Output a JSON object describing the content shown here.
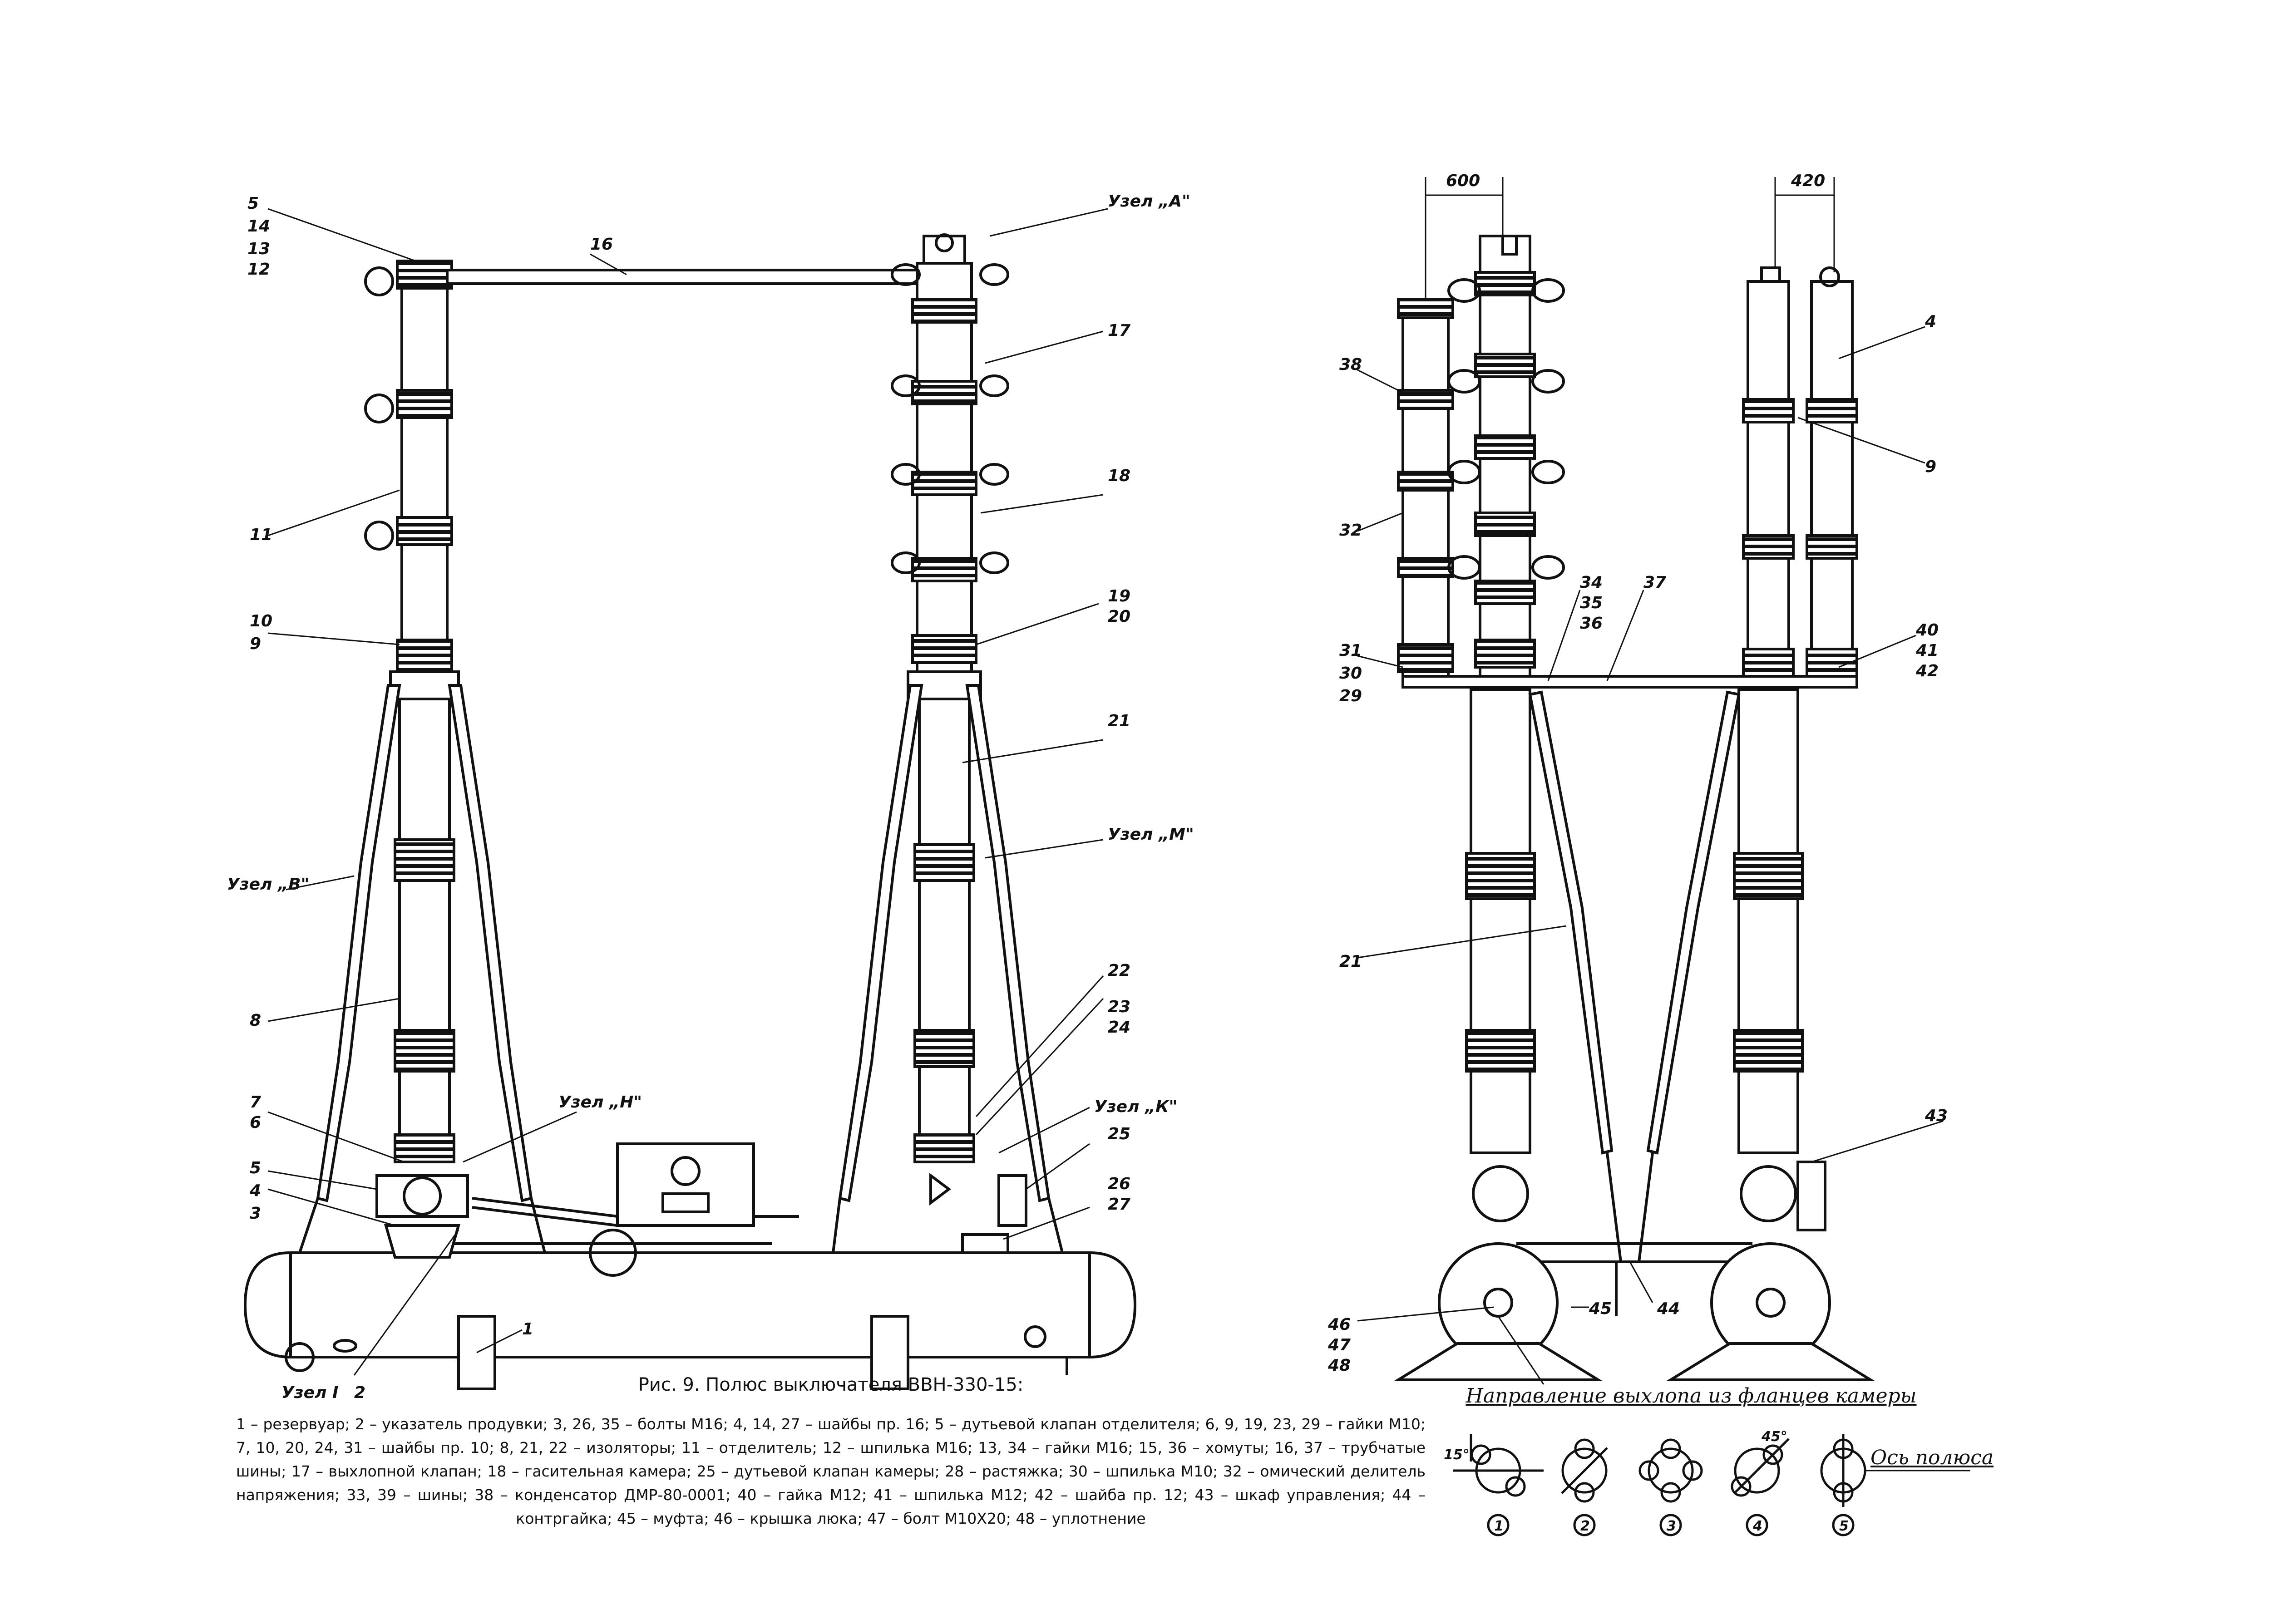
{
  "left_view": {
    "callouts": [
      {
        "id": "lv-c5",
        "text": "5"
      },
      {
        "id": "lv-c14",
        "text": "14"
      },
      {
        "id": "lv-c13",
        "text": "13"
      },
      {
        "id": "lv-c12",
        "text": "12"
      },
      {
        "id": "lv-c16",
        "text": "16"
      },
      {
        "id": "lv-c11",
        "text": "11"
      },
      {
        "id": "lv-c10",
        "text": "10"
      },
      {
        "id": "lv-c9",
        "text": "9"
      },
      {
        "id": "lv-c8",
        "text": "8"
      },
      {
        "id": "lv-c7",
        "text": "7"
      },
      {
        "id": "lv-c6",
        "text": "6"
      },
      {
        "id": "lv-c5b",
        "text": "5"
      },
      {
        "id": "lv-c4",
        "text": "4"
      },
      {
        "id": "lv-c3",
        "text": "3"
      },
      {
        "id": "lv-c2",
        "text": "2"
      },
      {
        "id": "lv-c1",
        "text": "1"
      },
      {
        "id": "lv-c17",
        "text": "17"
      },
      {
        "id": "lv-c18",
        "text": "18"
      },
      {
        "id": "lv-c19",
        "text": "19"
      },
      {
        "id": "lv-c20",
        "text": "20"
      },
      {
        "id": "lv-c21",
        "text": "21"
      },
      {
        "id": "lv-c22",
        "text": "22"
      },
      {
        "id": "lv-c23",
        "text": "23"
      },
      {
        "id": "lv-c24",
        "text": "24"
      },
      {
        "id": "lv-c25",
        "text": "25"
      },
      {
        "id": "lv-c26",
        "text": "26"
      },
      {
        "id": "lv-c27",
        "text": "27"
      }
    ],
    "nodes": [
      {
        "id": "lv-uzelA",
        "text": "Узел „А\""
      },
      {
        "id": "lv-uzelB",
        "text": "Узел „В\""
      },
      {
        "id": "lv-uzelM",
        "text": "Узел „М\""
      },
      {
        "id": "lv-uzelN",
        "text": "Узел „Н\""
      },
      {
        "id": "lv-uzelK",
        "text": "Узел „К\""
      },
      {
        "id": "lv-uzelI",
        "text": "Узел I"
      }
    ]
  },
  "right_view": {
    "dims": [
      {
        "id": "rv-d600",
        "text": "600"
      },
      {
        "id": "rv-d420",
        "text": "420"
      }
    ],
    "callouts": [
      {
        "id": "rv-c38",
        "text": "38"
      },
      {
        "id": "rv-c32",
        "text": "32"
      },
      {
        "id": "rv-c31",
        "text": "31"
      },
      {
        "id": "rv-c30",
        "text": "30"
      },
      {
        "id": "rv-c29",
        "text": "29"
      },
      {
        "id": "rv-c34",
        "text": "34"
      },
      {
        "id": "rv-c35",
        "text": "35"
      },
      {
        "id": "rv-c36",
        "text": "36"
      },
      {
        "id": "rv-c37",
        "text": "37"
      },
      {
        "id": "rv-c4",
        "text": "4"
      },
      {
        "id": "rv-c9",
        "text": "9"
      },
      {
        "id": "rv-c40",
        "text": "40"
      },
      {
        "id": "rv-c41",
        "text": "41"
      },
      {
        "id": "rv-c42",
        "text": "42"
      },
      {
        "id": "rv-c21",
        "text": "21"
      },
      {
        "id": "rv-c43",
        "text": "43"
      },
      {
        "id": "rv-c45",
        "text": "45"
      },
      {
        "id": "rv-c44",
        "text": "44"
      },
      {
        "id": "rv-c46",
        "text": "46"
      },
      {
        "id": "rv-c47",
        "text": "47"
      },
      {
        "id": "rv-c48",
        "text": "48"
      }
    ]
  },
  "caption": {
    "title": "Рис. 9. Полюс выключателя ВВН-330-15:",
    "legend": "1 – резервуар; 2 – указатель продувки; 3, 26, 35 – болты М16; 4, 14, 27 – шайбы пр. 16; 5 – дутьевой клапан отделителя; 6, 9, 19, 23, 29 – гайки М10; 7, 10, 20, 24, 31 – шайбы пр. 10; 8, 21, 22 – изоляторы; 11 – отделитель; 12 – шпилька М16; 13, 34 – гайки М16; 15, 36 – хомуты; 16, 37 – трубчатые шины; 17 – выхлопной клапан; 18 – гасительная камера; 25 – дутьевой клапан камеры; 28 – растяжка; 30 – шпилька М10; 32 – омический делитель напряжения; 33, 39 – шины; 38 – конденсатор ДМР-80-0001; 40 – гайка М12; 41 – шпилька М12; 42 – шайба пр. 12; 43 – шкаф управления; 44 – контргайка; 45 – муфта; 46 – крышка люка; 47 – болт М10Х20; 48 – уплотнение"
  },
  "flange_diagram": {
    "title": "Направление выхлопа из фланцев камеры",
    "axis_label": "Ось полюса",
    "angle_labels": [
      {
        "id": "fl-a15",
        "text": "15°"
      },
      {
        "id": "fl-a45",
        "text": "45°"
      }
    ],
    "variants": [
      {
        "id": "fl-v1",
        "text": "1"
      },
      {
        "id": "fl-v2",
        "text": "2"
      },
      {
        "id": "fl-v3",
        "text": "3"
      },
      {
        "id": "fl-v4",
        "text": "4"
      },
      {
        "id": "fl-v5",
        "text": "5"
      }
    ]
  },
  "colors": {
    "ink": "#111111",
    "paper": "#ffffff"
  }
}
